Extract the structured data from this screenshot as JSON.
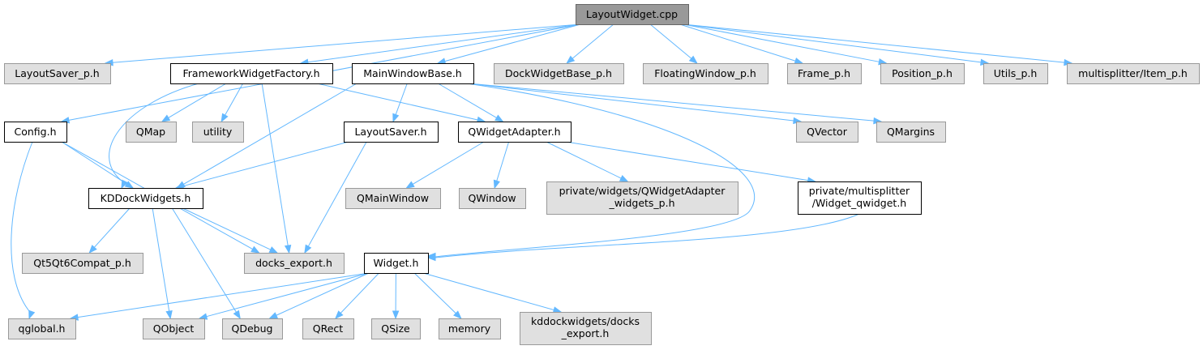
{
  "colors": {
    "root_fill": "#999999",
    "root_stroke": "#666666",
    "documented_fill": "#ffffff",
    "documented_stroke": "#000000",
    "external_fill": "#e0e0e0",
    "external_stroke": "#999999",
    "edge": "#63b8ff"
  },
  "nodes": [
    {
      "id": "root",
      "kind": "root",
      "lines": [
        "LayoutWidget.cpp"
      ]
    },
    {
      "id": "layoutsaver_p",
      "kind": "external",
      "lines": [
        "LayoutSaver_p.h"
      ]
    },
    {
      "id": "fwf",
      "kind": "documented",
      "lines": [
        "FrameworkWidgetFactory.h"
      ]
    },
    {
      "id": "mwb",
      "kind": "documented",
      "lines": [
        "MainWindowBase.h"
      ]
    },
    {
      "id": "dwbp",
      "kind": "external",
      "lines": [
        "DockWidgetBase_p.h"
      ]
    },
    {
      "id": "fwp",
      "kind": "external",
      "lines": [
        "FloatingWindow_p.h"
      ]
    },
    {
      "id": "framep",
      "kind": "external",
      "lines": [
        "Frame_p.h"
      ]
    },
    {
      "id": "posp",
      "kind": "external",
      "lines": [
        "Position_p.h"
      ]
    },
    {
      "id": "utilsp",
      "kind": "external",
      "lines": [
        "Utils_p.h"
      ]
    },
    {
      "id": "itemp",
      "kind": "external",
      "lines": [
        "multisplitter/Item_p.h"
      ]
    },
    {
      "id": "config",
      "kind": "documented",
      "lines": [
        "Config.h"
      ]
    },
    {
      "id": "qmap",
      "kind": "external",
      "lines": [
        "QMap"
      ]
    },
    {
      "id": "utility",
      "kind": "external",
      "lines": [
        "utility"
      ]
    },
    {
      "id": "layoutsaver",
      "kind": "documented",
      "lines": [
        "LayoutSaver.h"
      ]
    },
    {
      "id": "qwa",
      "kind": "documented",
      "lines": [
        "QWidgetAdapter.h"
      ]
    },
    {
      "id": "qvector",
      "kind": "external",
      "lines": [
        "QVector"
      ]
    },
    {
      "id": "qmargins",
      "kind": "external",
      "lines": [
        "QMargins"
      ]
    },
    {
      "id": "kddw",
      "kind": "documented",
      "lines": [
        "KDDockWidgets.h"
      ]
    },
    {
      "id": "qmainwindow",
      "kind": "external",
      "lines": [
        "QMainWindow"
      ]
    },
    {
      "id": "qwindow",
      "kind": "external",
      "lines": [
        "QWindow"
      ]
    },
    {
      "id": "pwqwa",
      "kind": "external",
      "lines": [
        "private/widgets/QWidgetAdapter",
        "_widgets_p.h"
      ]
    },
    {
      "id": "pmswq",
      "kind": "documented",
      "lines": [
        "private/multisplitter",
        "/Widget_qwidget.h"
      ]
    },
    {
      "id": "qt5qt6",
      "kind": "external",
      "lines": [
        "Qt5Qt6Compat_p.h"
      ]
    },
    {
      "id": "docksexport",
      "kind": "external",
      "lines": [
        "docks_export.h"
      ]
    },
    {
      "id": "widget",
      "kind": "documented",
      "lines": [
        "Widget.h"
      ]
    },
    {
      "id": "qglobal",
      "kind": "external",
      "lines": [
        "qglobal.h"
      ]
    },
    {
      "id": "qobject",
      "kind": "external",
      "lines": [
        "QObject"
      ]
    },
    {
      "id": "qdebug",
      "kind": "external",
      "lines": [
        "QDebug"
      ]
    },
    {
      "id": "qrect",
      "kind": "external",
      "lines": [
        "QRect"
      ]
    },
    {
      "id": "qsize",
      "kind": "external",
      "lines": [
        "QSize"
      ]
    },
    {
      "id": "memory",
      "kind": "external",
      "lines": [
        "memory"
      ]
    },
    {
      "id": "kddwexport",
      "kind": "external",
      "lines": [
        "kddockwidgets/docks",
        "_export.h"
      ]
    }
  ],
  "edges": [
    [
      "root",
      "layoutsaver_p"
    ],
    [
      "root",
      "fwf"
    ],
    [
      "root",
      "mwb"
    ],
    [
      "root",
      "dwbp"
    ],
    [
      "root",
      "fwp"
    ],
    [
      "root",
      "framep"
    ],
    [
      "root",
      "posp"
    ],
    [
      "root",
      "utilsp"
    ],
    [
      "root",
      "itemp"
    ],
    [
      "root",
      "config"
    ],
    [
      "fwf",
      "kddw"
    ],
    [
      "fwf",
      "qmap"
    ],
    [
      "fwf",
      "utility"
    ],
    [
      "fwf",
      "docksexport"
    ],
    [
      "fwf",
      "qwa"
    ],
    [
      "mwb",
      "kddw"
    ],
    [
      "mwb",
      "layoutsaver"
    ],
    [
      "mwb",
      "qwa"
    ],
    [
      "mwb",
      "qvector"
    ],
    [
      "mwb",
      "qmargins"
    ],
    [
      "mwb",
      "widget"
    ],
    [
      "config",
      "kddw"
    ],
    [
      "config",
      "docksexport"
    ],
    [
      "config",
      "qglobal"
    ],
    [
      "layoutsaver",
      "kddw"
    ],
    [
      "layoutsaver",
      "docksexport"
    ],
    [
      "qwa",
      "qmainwindow"
    ],
    [
      "qwa",
      "qwindow"
    ],
    [
      "qwa",
      "pwqwa"
    ],
    [
      "qwa",
      "pmswq"
    ],
    [
      "pmswq",
      "widget"
    ],
    [
      "kddw",
      "qt5qt6"
    ],
    [
      "kddw",
      "docksexport"
    ],
    [
      "kddw",
      "qobject"
    ],
    [
      "kddw",
      "qdebug"
    ],
    [
      "widget",
      "qglobal"
    ],
    [
      "widget",
      "qobject"
    ],
    [
      "widget",
      "qdebug"
    ],
    [
      "widget",
      "qrect"
    ],
    [
      "widget",
      "qsize"
    ],
    [
      "widget",
      "memory"
    ],
    [
      "widget",
      "kddwexport"
    ]
  ]
}
